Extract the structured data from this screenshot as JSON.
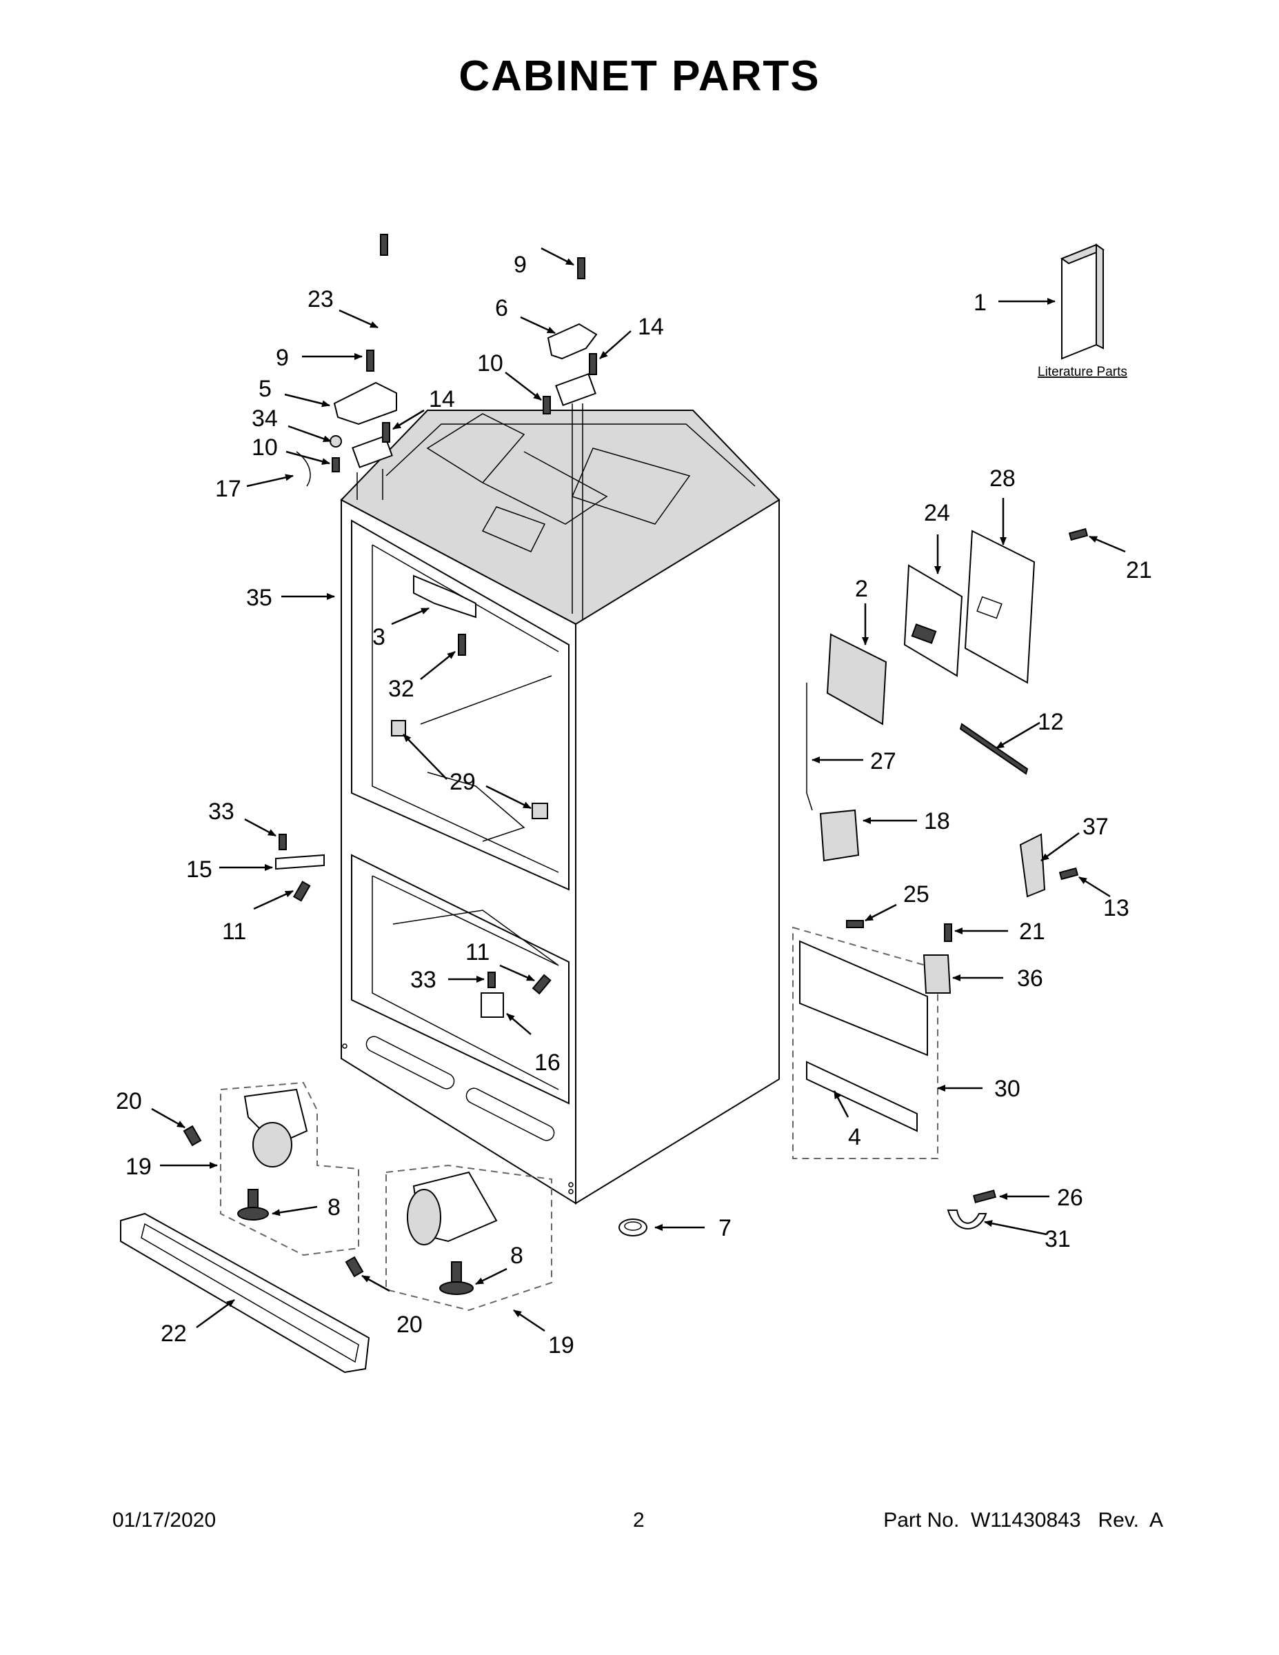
{
  "title": "CABINET PARTS",
  "footer": {
    "date": "01/17/2020",
    "page": "2",
    "part_number": "Part No.  W11430843   Rev.  A"
  },
  "literature_label": "Literature Parts",
  "callouts": [
    {
      "id": "c1",
      "label": "1"
    },
    {
      "id": "c2",
      "label": "2"
    },
    {
      "id": "c3",
      "label": "3"
    },
    {
      "id": "c4",
      "label": "4"
    },
    {
      "id": "c5",
      "label": "5"
    },
    {
      "id": "c6",
      "label": "6"
    },
    {
      "id": "c7",
      "label": "7"
    },
    {
      "id": "c8a",
      "label": "8"
    },
    {
      "id": "c8b",
      "label": "8"
    },
    {
      "id": "c9a",
      "label": "9"
    },
    {
      "id": "c9b",
      "label": "9"
    },
    {
      "id": "c10a",
      "label": "10"
    },
    {
      "id": "c10b",
      "label": "10"
    },
    {
      "id": "c11a",
      "label": "11"
    },
    {
      "id": "c11b",
      "label": "11"
    },
    {
      "id": "c12",
      "label": "12"
    },
    {
      "id": "c13",
      "label": "13"
    },
    {
      "id": "c14a",
      "label": "14"
    },
    {
      "id": "c14b",
      "label": "14"
    },
    {
      "id": "c15",
      "label": "15"
    },
    {
      "id": "c16",
      "label": "16"
    },
    {
      "id": "c17",
      "label": "17"
    },
    {
      "id": "c18",
      "label": "18"
    },
    {
      "id": "c19a",
      "label": "19"
    },
    {
      "id": "c19b",
      "label": "19"
    },
    {
      "id": "c20a",
      "label": "20"
    },
    {
      "id": "c20b",
      "label": "20"
    },
    {
      "id": "c21a",
      "label": "21"
    },
    {
      "id": "c21b",
      "label": "21"
    },
    {
      "id": "c22",
      "label": "22"
    },
    {
      "id": "c23",
      "label": "23"
    },
    {
      "id": "c24",
      "label": "24"
    },
    {
      "id": "c25",
      "label": "25"
    },
    {
      "id": "c26",
      "label": "26"
    },
    {
      "id": "c27",
      "label": "27"
    },
    {
      "id": "c28",
      "label": "28"
    },
    {
      "id": "c29",
      "label": "29"
    },
    {
      "id": "c30",
      "label": "30"
    },
    {
      "id": "c31",
      "label": "31"
    },
    {
      "id": "c32",
      "label": "32"
    },
    {
      "id": "c33a",
      "label": "33"
    },
    {
      "id": "c33b",
      "label": "33"
    },
    {
      "id": "c34",
      "label": "34"
    },
    {
      "id": "c35",
      "label": "35"
    },
    {
      "id": "c36",
      "label": "36"
    },
    {
      "id": "c37",
      "label": "37"
    }
  ]
}
